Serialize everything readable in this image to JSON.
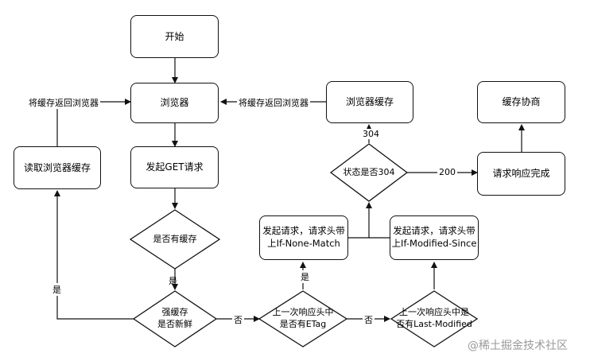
{
  "nodes": {
    "start": "开始",
    "browser": "浏览器",
    "browser_cache": "浏览器缓存",
    "cache_negotiation": "缓存协商",
    "read_cache": "读取浏览器缓存",
    "send_get": "发起GET请求",
    "has_cache": "是否有缓存",
    "status_304": "状态是否304",
    "request_done": "请求响应完成",
    "req_if_none_match": "发起请求，请求头带\n上If-None-Match",
    "req_if_modified_since": "发起请求，请求头带\n上If-Modified-Since",
    "strong_cache_fresh": "强缓存\n是否新鲜",
    "last_resp_etag": "上一次响应头中\n是否有ETag",
    "last_resp_last_modified": "上一次响应头中是\n否有Last-Modified"
  },
  "edge_labels": {
    "return_to_browser_left": "将缓存返回浏览器",
    "return_to_browser_mid": "将缓存返回浏览器",
    "code_304": "304",
    "code_200": "200",
    "yes_has_cache": "是",
    "yes_fresh": "是",
    "no_fresh": "否",
    "yes_etag": "是",
    "no_etag": "否"
  },
  "watermark": "@稀土掘金技术社区"
}
